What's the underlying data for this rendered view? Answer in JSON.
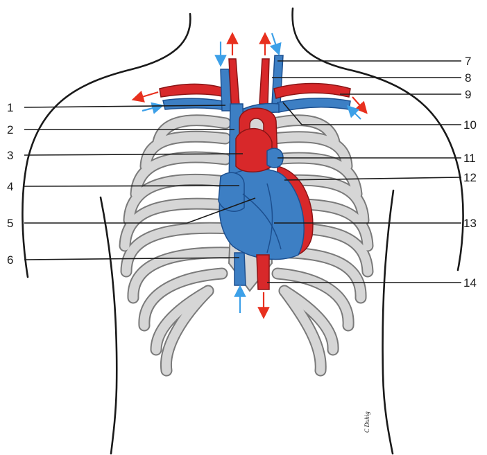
{
  "labels": [
    {
      "id": "1",
      "text": "1"
    },
    {
      "id": "2",
      "text": "2"
    },
    {
      "id": "3",
      "text": "3"
    },
    {
      "id": "4",
      "text": "4"
    },
    {
      "id": "5",
      "text": "5"
    },
    {
      "id": "6",
      "text": "6"
    },
    {
      "id": "7",
      "text": "7"
    },
    {
      "id": "8",
      "text": "8"
    },
    {
      "id": "9",
      "text": "9"
    },
    {
      "id": "10",
      "text": "10"
    },
    {
      "id": "11",
      "text": "11"
    },
    {
      "id": "12",
      "text": "12"
    },
    {
      "id": "13",
      "text": "13"
    },
    {
      "id": "14",
      "text": "14"
    }
  ],
  "signature": "C Duhig",
  "colors": {
    "vein": "#3d7fc4",
    "artery": "#d8282a",
    "rib": "#d6d6d6",
    "outline": "#1a1a1a",
    "flow_arrow_red": "#e8301e",
    "flow_arrow_blue": "#3da0e8"
  }
}
